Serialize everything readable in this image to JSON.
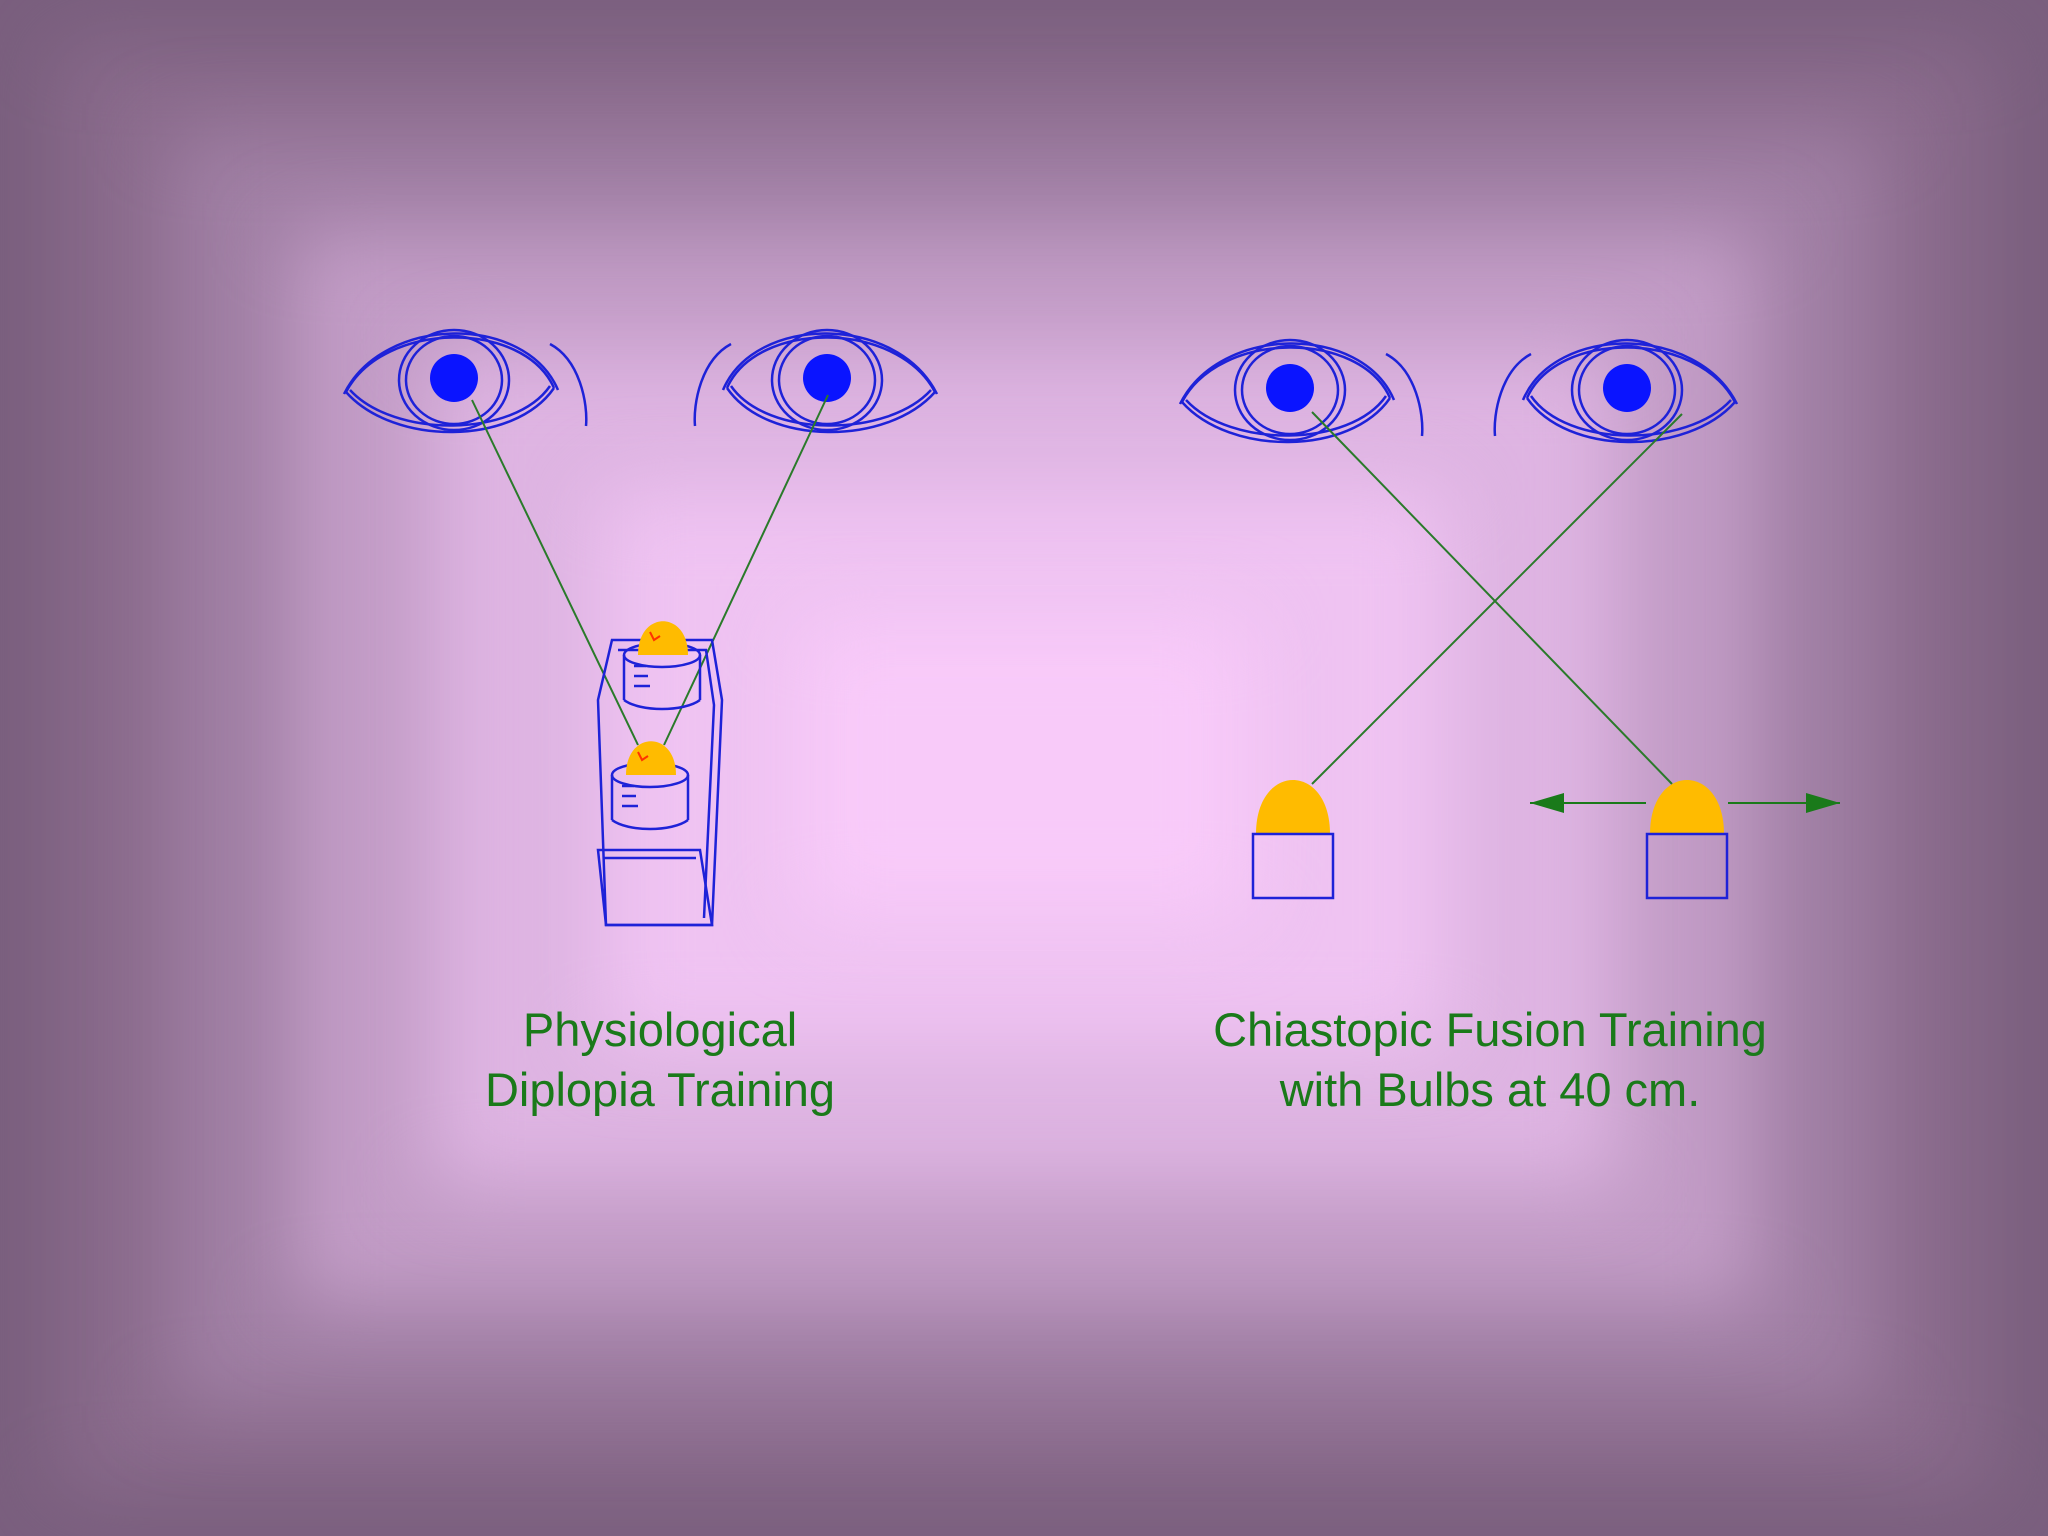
{
  "background": {
    "outer": "#7a5f7e",
    "center": "#f8caf9"
  },
  "colors": {
    "eye_outline": "#1e22d8",
    "pupil": "#0a14ff",
    "sight_line": "#2a7a2a",
    "bulb": "#ffbb00",
    "bulb_mark": "#ff3300",
    "caption": "#1a7a1a",
    "arrow": "#1a7a1a"
  },
  "panels": {
    "left": {
      "caption_line1": "Physiological",
      "caption_line2": "Diplopia Training"
    },
    "right": {
      "caption_line1": "Chiastopic Fusion Training",
      "caption_line2": "with Bulbs at 40 cm."
    }
  }
}
